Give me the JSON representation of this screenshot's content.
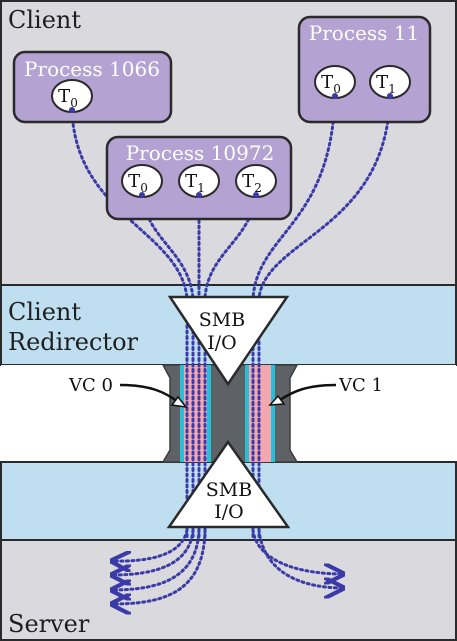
{
  "zones": {
    "client": "Client",
    "redirector_line1": "Client",
    "redirector_line2": "Redirector",
    "server": "Server"
  },
  "processes": [
    {
      "name": "Process 1066",
      "threads": [
        {
          "base": "T",
          "sub": "0"
        }
      ]
    },
    {
      "name": "Process 10972",
      "threads": [
        {
          "base": "T",
          "sub": "0"
        },
        {
          "base": "T",
          "sub": "1"
        },
        {
          "base": "T",
          "sub": "2"
        }
      ]
    },
    {
      "name": "Process 11",
      "threads": [
        {
          "base": "T",
          "sub": "0"
        },
        {
          "base": "T",
          "sub": "1"
        }
      ]
    }
  ],
  "smb_top": {
    "line1": "SMB",
    "line2": "I/O"
  },
  "smb_bottom": {
    "line1": "SMB",
    "line2": "I/O"
  },
  "vc_labels": {
    "left": "VC 0",
    "right": "VC 1"
  },
  "colors": {
    "client_bg": "#d9d9de",
    "band_bg": "#bfdff1",
    "server_bg": "#d9d9de",
    "process_fill": "#b4a3d2",
    "dotted_line": "#3a3aa8",
    "pipe_gray": "#5e6266",
    "pipe_pink": "#f2a8ae",
    "pipe_cyan": "#28c0d8"
  }
}
